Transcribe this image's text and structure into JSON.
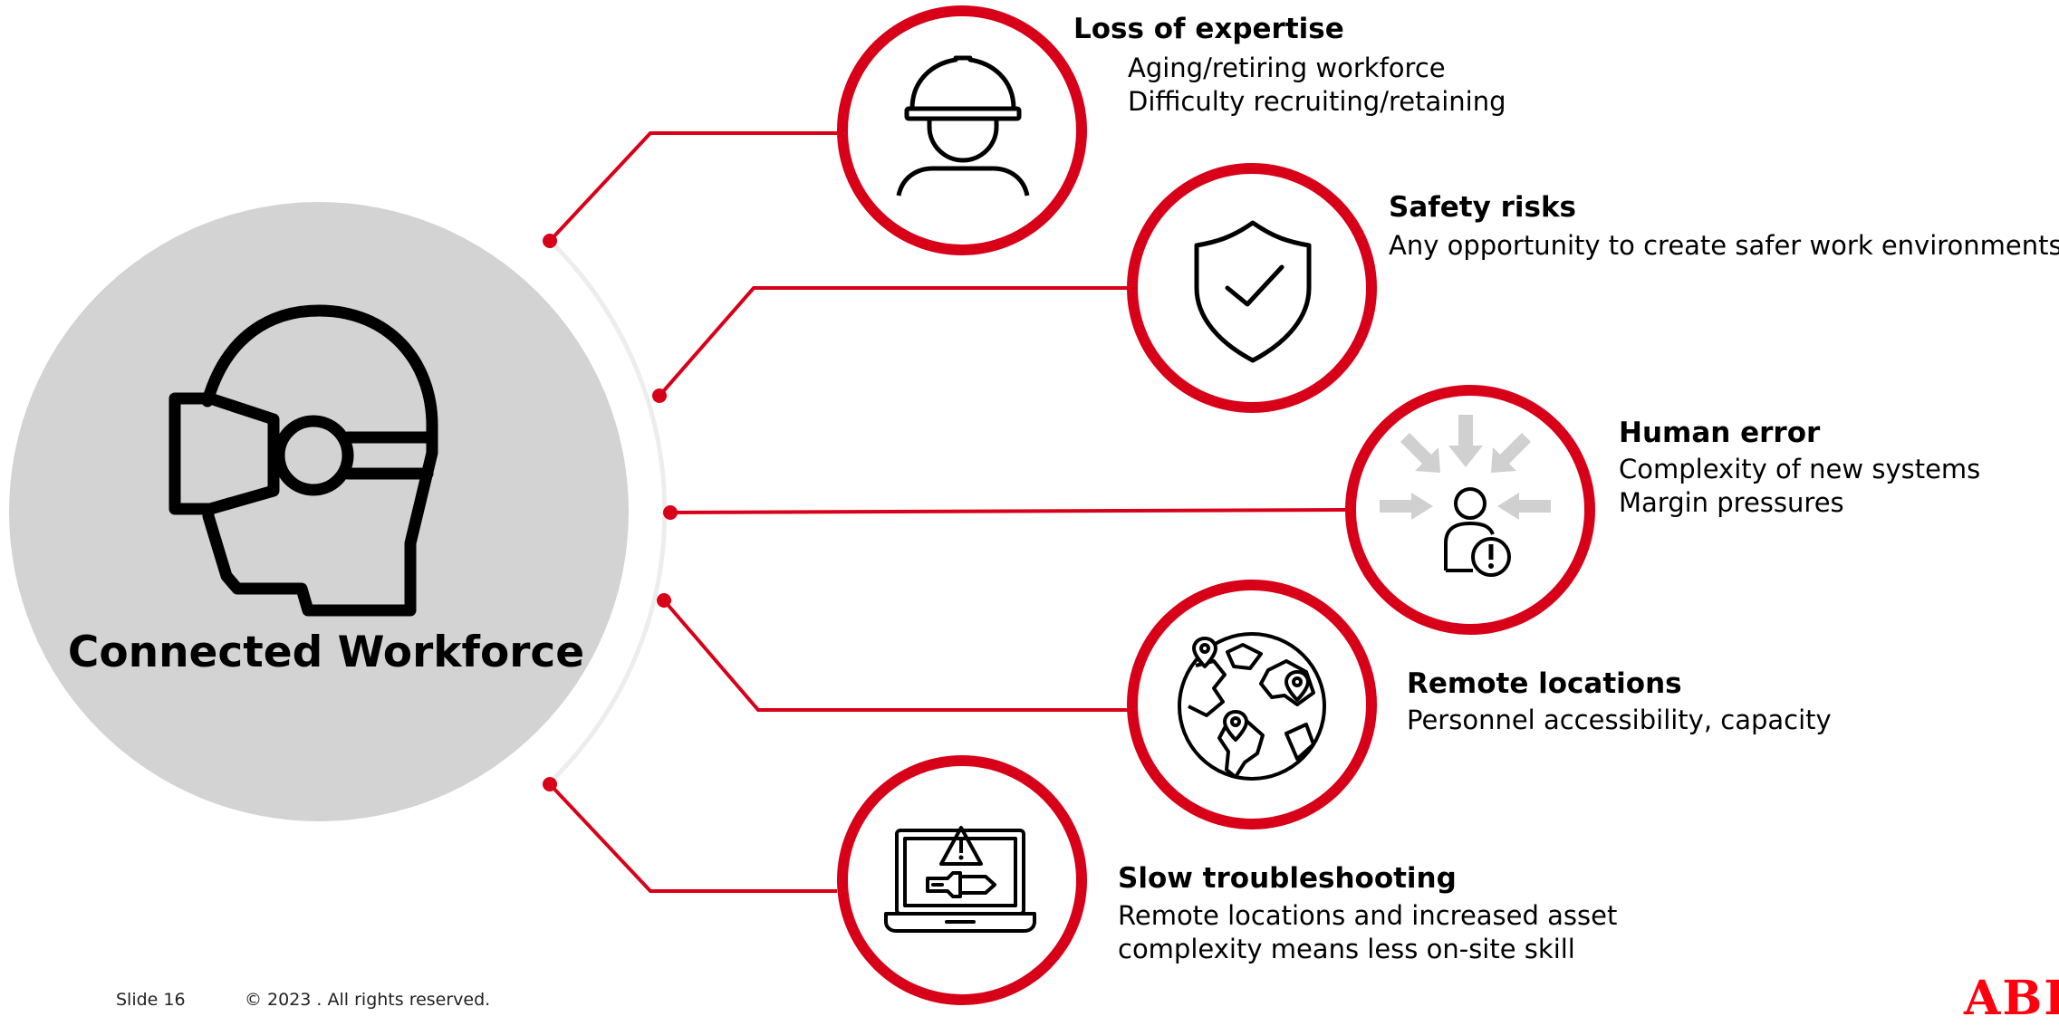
{
  "hub": {
    "title": "Connected Workforce",
    "icon": "vr-headset-head-icon"
  },
  "challenges": [
    {
      "title": "Loss of expertise",
      "lines": [
        "Aging/retiring workforce",
        "Difficulty recruiting/retaining"
      ],
      "icon": "hard-hat-worker-icon"
    },
    {
      "title": "Safety risks",
      "lines": [
        "Any opportunity to create safer work environments"
      ],
      "icon": "shield-check-icon"
    },
    {
      "title": "Human error",
      "lines": [
        "Complexity of new systems",
        "Margin pressures"
      ],
      "icon": "person-alert-icon"
    },
    {
      "title": "Remote locations",
      "lines": [
        "Personnel accessibility, capacity"
      ],
      "icon": "globe-pins-icon"
    },
    {
      "title": "Slow troubleshooting",
      "lines": [
        "Remote locations and increased asset",
        "complexity means less on-site skill"
      ],
      "icon": "laptop-warning-icon"
    }
  ],
  "footer": {
    "slide": "Slide 16",
    "copyright": "© 2023 . All rights reserved."
  },
  "logo": "ABB",
  "colors": {
    "accent": "#d80018",
    "hub_fill": "#d3d3d3",
    "arc": "#efefef",
    "arrow": "#d0d0d0"
  }
}
